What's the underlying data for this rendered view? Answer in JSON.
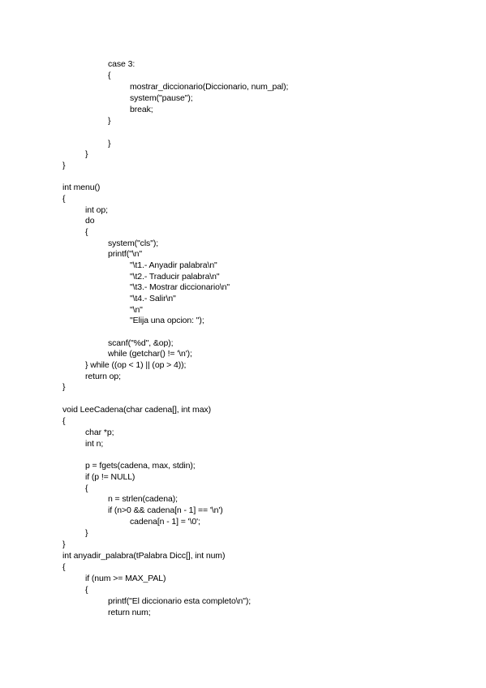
{
  "document": {
    "lines": [
      "case 3:",
      "{",
      "mostrar_diccionario(Diccionario, num_pal);",
      "system(\"pause\");",
      "break;",
      "}",
      "}",
      "}",
      "}",
      "int menu()",
      "{",
      "int op;",
      "do",
      "{",
      "system(\"cls\");",
      "printf(\"\\n\"",
      "\"\\t1.- Anyadir palabra\\n\"",
      "\"\\t2.- Traducir palabra\\n\"",
      "\"\\t3.- Mostrar diccionario\\n\"",
      "\"\\t4.- Salir\\n\"",
      "\"\\n\"",
      "\"Elija una opcion: \");",
      "scanf(\"%d\", &op);",
      "while (getchar() != '\\n');",
      "} while ((op < 1) || (op > 4));",
      "return op;",
      "}",
      "void LeeCadena(char cadena[], int max)",
      "{",
      "char *p;",
      "int n;",
      "p = fgets(cadena, max, stdin);",
      "if (p != NULL)",
      "{",
      "n = strlen(cadena);",
      "if (n>0 && cadena[n - 1] == '\\n')",
      "cadena[n - 1] = '\\0';",
      "}",
      "}",
      "int anyadir_palabra(tPalabra Dicc[], int num)",
      "{",
      "if (num >= MAX_PAL)",
      "{",
      "printf(\"El diccionario esta completo\\n\");",
      "return num;"
    ]
  }
}
